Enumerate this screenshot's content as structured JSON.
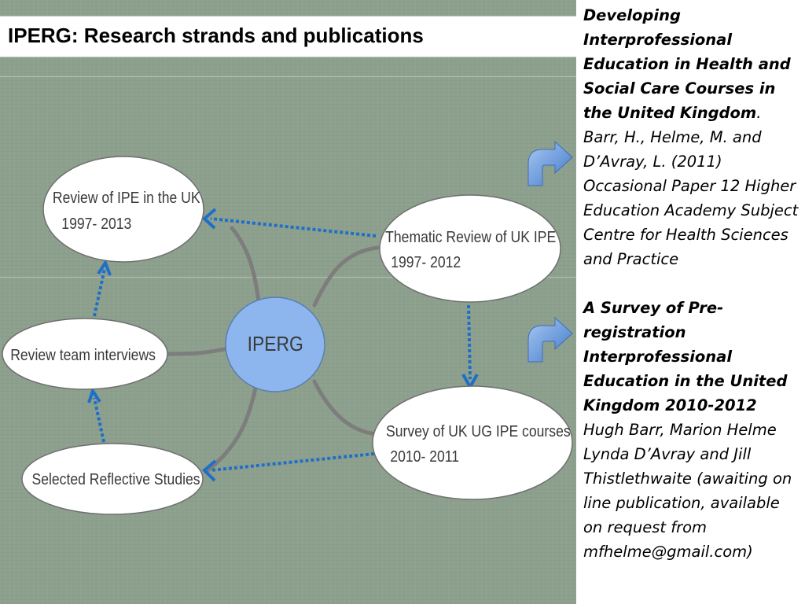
{
  "slide": {
    "title": "IPERG: Research strands and publications"
  },
  "diagram": {
    "center": "IPERG",
    "nodes": {
      "review_ipe_uk": {
        "line1": "Review of IPE in the UK",
        "line2": "1997- 2013"
      },
      "thematic_review": {
        "line1": "Thematic Review of UK IPE",
        "line2": "1997- 2012"
      },
      "review_team": {
        "line1": "Review team interviews"
      },
      "survey_ug": {
        "line1": "Survey of UK UG IPE courses",
        "line2": "2010- 2011"
      },
      "reflective": {
        "line1": "Selected Reflective Studies"
      }
    }
  },
  "publications": [
    {
      "title": "Developing Interprofessional Education in Health and Social Care Courses in the United Kingdom",
      "details": ". Barr, H., Helme, M. and D’Avray, L. (2011) Occasional Paper 12 Higher Education Academy Subject Centre for Health Sciences and Practice"
    },
    {
      "title": "A Survey of Pre-registration Interprofessional Education in the United Kingdom 2010-2012",
      "details": "Hugh Barr, Marion Helme Lynda D’Avray and Jill Thistlethwaite (awaiting on line publication, available on request from mfhelme@gmail.com)"
    }
  ],
  "colors": {
    "background": "#8da08d",
    "center_fill": "#8db6ee",
    "arrow": "#1f6fc8",
    "connector": "#7d7d7d",
    "callout_arrow": "#5b8fd6"
  }
}
